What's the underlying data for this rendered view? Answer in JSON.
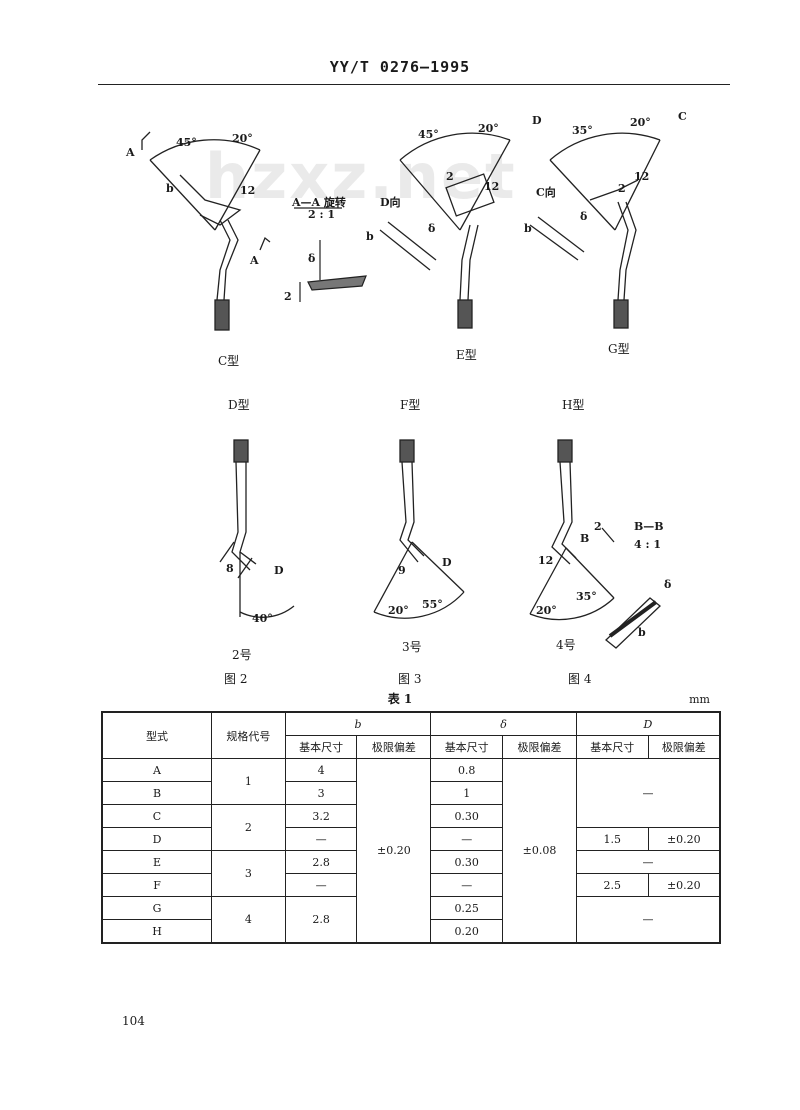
{
  "header": {
    "standard_no": "YY/T 0276—1995"
  },
  "watermark": "hzxz.net",
  "figures": {
    "c": {
      "type_label": "C型",
      "view_a_top": "A",
      "view_a_bottom": "A",
      "angle_45": "45°",
      "angle_20": "20°",
      "dim_b": "b",
      "dim_12": "12"
    },
    "section_aa": {
      "title": "A—A 旋转",
      "scale": "2 : 1",
      "dim_2": "2",
      "dim_delta": "δ"
    },
    "e": {
      "type_label": "E型",
      "view_label": "D向",
      "d_mark": "D",
      "angle_45": "45°",
      "angle_20": "20°",
      "dim_2": "2",
      "dim_12": "12",
      "dim_b": "b",
      "dim_delta": "δ"
    },
    "g": {
      "type_label": "G型",
      "view_label": "C向",
      "c_mark": "C",
      "angle_35": "35°",
      "angle_20": "20°",
      "dim_2": "2",
      "dim_12": "12",
      "dim_b": "b",
      "dim_delta": "δ"
    },
    "d": {
      "type_label": "D型",
      "dim_8": "8",
      "dim_D": "D",
      "angle_40": "40°",
      "number": "2号",
      "caption": "图 2"
    },
    "f": {
      "type_label": "F型",
      "dim_9": "9",
      "dim_D": "D",
      "angle_20": "20°",
      "angle_55": "55°",
      "number": "3号",
      "caption": "图 3"
    },
    "h": {
      "type_label": "H型",
      "dim_2": "2",
      "dim_B": "B",
      "dim_12": "12",
      "angle_20": "20°",
      "angle_35": "35°",
      "number": "4号",
      "caption": "图 4",
      "section_title": "B—B",
      "section_scale": "4 : 1",
      "dim_b": "b",
      "dim_delta": "δ"
    }
  },
  "table": {
    "caption": "表 1",
    "unit": "mm",
    "col_type": "型式",
    "col_spec": "规格代号",
    "group_b": "b",
    "group_delta": "δ",
    "group_D": "D",
    "sub_basic": "基本尺寸",
    "sub_tol": "极限偏差",
    "rows": [
      {
        "type": "A",
        "b": "4",
        "delta": "0.8"
      },
      {
        "type": "B",
        "b": "3",
        "delta": "1"
      },
      {
        "type": "C",
        "b": "3.2",
        "delta": "0.30"
      },
      {
        "type": "D",
        "b": "—",
        "delta": "—"
      },
      {
        "type": "E",
        "b": "2.8",
        "delta": "0.30"
      },
      {
        "type": "F",
        "b": "—",
        "delta": "—"
      },
      {
        "type": "G",
        "b": "2.8",
        "delta": "0.25"
      },
      {
        "type": "H",
        "b": "",
        "delta": "0.20"
      }
    ],
    "spec_codes": [
      "1",
      "2",
      "3",
      "4"
    ],
    "b_tol": "±0.20",
    "delta_tol": "±0.08",
    "D_dash_1": "—",
    "D_row_D_basic": "1.5",
    "D_row_D_tol": "±0.20",
    "D_dash_E": "—",
    "D_row_F_basic": "2.5",
    "D_row_F_tol": "±0.20",
    "D_dash_GH": "—"
  },
  "page_number": "104"
}
